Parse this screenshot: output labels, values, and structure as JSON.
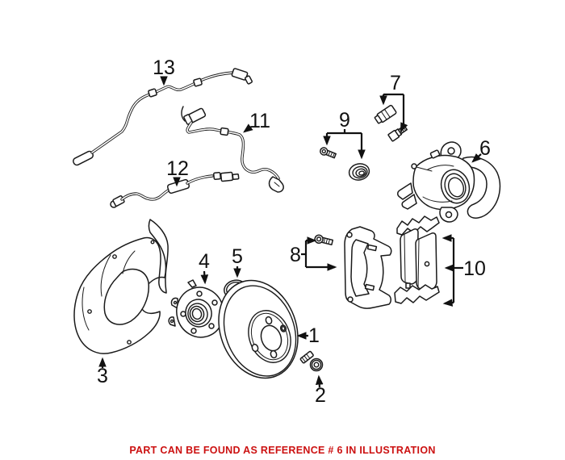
{
  "colors": {
    "background": "#ffffff",
    "line": "#1a1a1a",
    "label": "#111111",
    "footer_red": "#cc1111"
  },
  "footer": {
    "text": "PART CAN BE FOUND AS REFERENCE # 6 IN ILLUSTRATION"
  },
  "callouts": [
    {
      "number": "1",
      "part": "brake-rotor"
    },
    {
      "number": "2",
      "part": "rotor-set-screw"
    },
    {
      "number": "3",
      "part": "splash-shield"
    },
    {
      "number": "4",
      "part": "wheel-hub-bearing"
    },
    {
      "number": "5",
      "part": "seal-ring"
    },
    {
      "number": "6",
      "part": "brake-caliper"
    },
    {
      "number": "7",
      "part": "bleeder-valve-kit"
    },
    {
      "number": "8",
      "part": "caliper-carrier-bracket"
    },
    {
      "number": "9",
      "part": "guide-bolt-and-cap"
    },
    {
      "number": "10",
      "part": "brake-pad-set-with-clips"
    },
    {
      "number": "11",
      "part": "abs-sensor-wire"
    },
    {
      "number": "12",
      "part": "pad-wear-sensor-wire"
    },
    {
      "number": "13",
      "part": "abs-sensor-harness"
    }
  ]
}
